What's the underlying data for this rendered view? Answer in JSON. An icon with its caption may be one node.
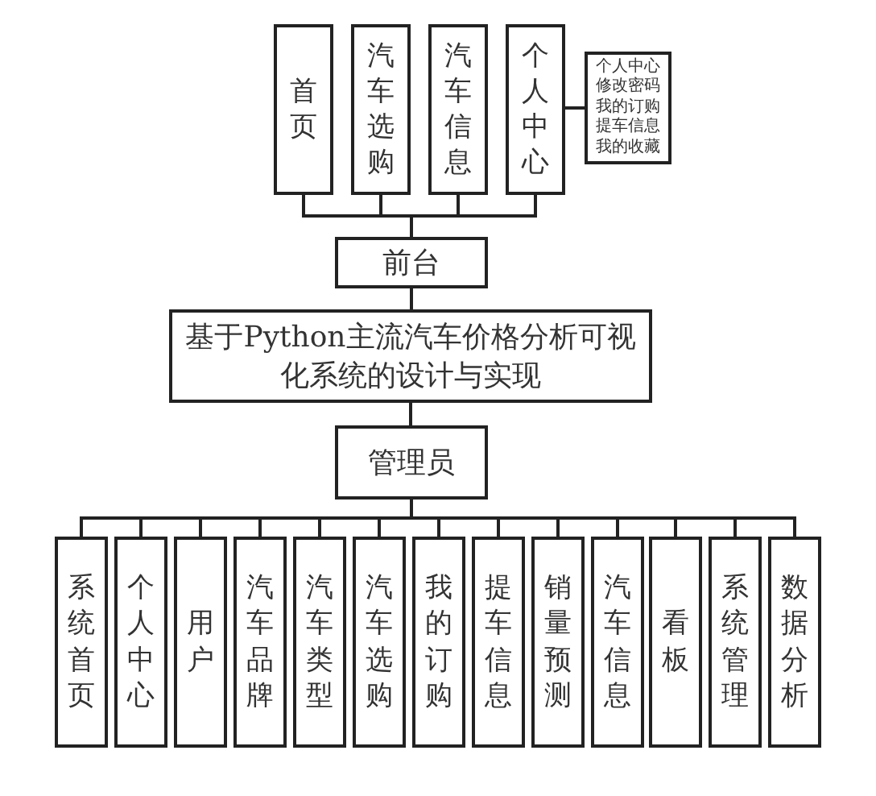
{
  "diagram": {
    "nodes": [
      {
        "text": [
          "首页"
        ]
      },
      {
        "text": [
          "汽车选购"
        ]
      },
      {
        "text": [
          "汽车信息"
        ]
      },
      {
        "text": [
          "个人中心"
        ]
      },
      {
        "text": [
          "个人中心",
          "修改密码",
          "我的订购",
          "提车信息",
          "我的收藏"
        ]
      },
      {
        "text": [
          "前台"
        ]
      },
      {
        "text": [
          "基于Python主流汽车价格分析可视化系统的设计与实现"
        ]
      },
      {
        "text": [
          "管理员"
        ]
      },
      {
        "text": [
          "系统首页"
        ]
      },
      {
        "text": [
          "个人中心"
        ]
      },
      {
        "text": [
          "用户"
        ]
      },
      {
        "text": [
          "汽车品牌"
        ]
      },
      {
        "text": [
          "汽车类型"
        ]
      },
      {
        "text": [
          "汽车选购"
        ]
      },
      {
        "text": [
          "我的订购"
        ]
      },
      {
        "text": [
          "提车信息"
        ]
      },
      {
        "text": [
          "销量预测"
        ]
      },
      {
        "text": [
          "汽车信息"
        ]
      },
      {
        "text": [
          "看板"
        ]
      },
      {
        "text": [
          "系统管理"
        ]
      },
      {
        "text": [
          "数据分析"
        ]
      }
    ],
    "edges": [
      {
        "from": 0,
        "to": 5,
        "arrow": "none"
      },
      {
        "from": 1,
        "to": 5,
        "arrow": "none"
      },
      {
        "from": 2,
        "to": 5,
        "arrow": "none"
      },
      {
        "from": 3,
        "to": 5,
        "arrow": "none"
      },
      {
        "from": 3,
        "to": 4,
        "arrow": "none"
      },
      {
        "from": 5,
        "to": 6,
        "arrow": "none"
      },
      {
        "from": 6,
        "to": 7,
        "arrow": "none"
      },
      {
        "from": 7,
        "to": 8,
        "arrow": "none"
      },
      {
        "from": 7,
        "to": 9,
        "arrow": "none"
      },
      {
        "from": 7,
        "to": 10,
        "arrow": "none"
      },
      {
        "from": 7,
        "to": 11,
        "arrow": "none"
      },
      {
        "from": 7,
        "to": 12,
        "arrow": "none"
      },
      {
        "from": 7,
        "to": 13,
        "arrow": "none"
      },
      {
        "from": 7,
        "to": 14,
        "arrow": "none"
      },
      {
        "from": 7,
        "to": 15,
        "arrow": "none"
      },
      {
        "from": 7,
        "to": 16,
        "arrow": "none"
      },
      {
        "from": 7,
        "to": 17,
        "arrow": "none"
      },
      {
        "from": 7,
        "to": 18,
        "arrow": "none"
      },
      {
        "from": 7,
        "to": 19,
        "arrow": "none"
      },
      {
        "from": 7,
        "to": 20,
        "arrow": "none"
      }
    ]
  }
}
